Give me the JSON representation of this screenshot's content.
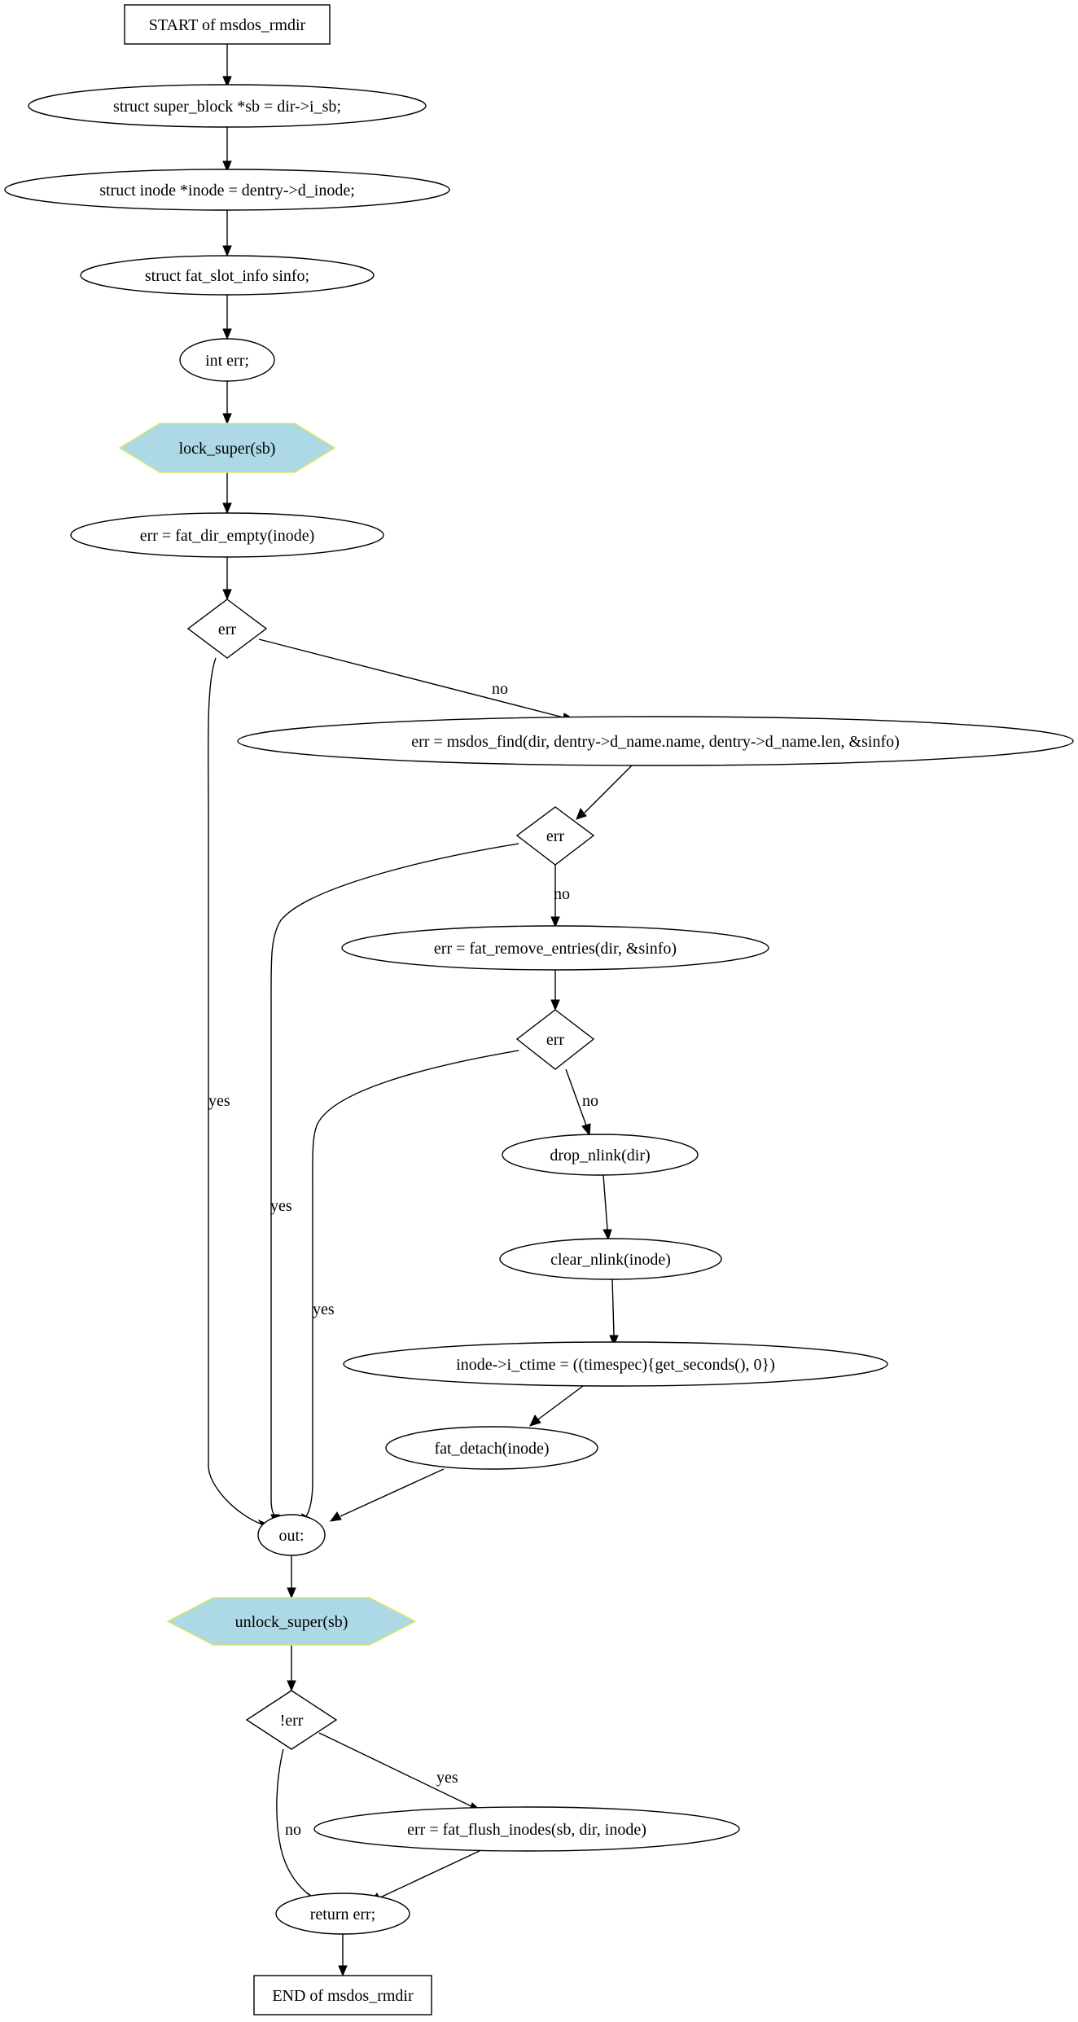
{
  "nodes": {
    "start": "START of msdos_rmdir",
    "sb": "struct super_block *sb = dir->i_sb;",
    "inode": "struct inode *inode = dentry->d_inode;",
    "sinfo": "struct fat_slot_info sinfo;",
    "interr": "int err;",
    "lock": "lock_super(sb)",
    "dirempty": "err = fat_dir_empty(inode)",
    "d1": "err",
    "find": "err = msdos_find(dir, dentry->d_name.name, dentry->d_name.len, &sinfo)",
    "d2": "err",
    "remove": "err = fat_remove_entries(dir, &sinfo)",
    "d3": "err",
    "dropnlink": "drop_nlink(dir)",
    "clearnlink": "clear_nlink(inode)",
    "ctime": "inode->i_ctime = ((timespec){get_seconds(), 0})",
    "detach": "fat_detach(inode)",
    "out": "out:",
    "unlock": "unlock_super(sb)",
    "d4": "!err",
    "flush": "err = fat_flush_inodes(sb, dir, inode)",
    "ret": "return err;",
    "end": "END of msdos_rmdir"
  },
  "edge_labels": {
    "d1_no": "no",
    "d1_yes": "yes",
    "d2_no": "no",
    "d2_yes": "yes",
    "d3_no": "no",
    "d3_yes": "yes",
    "d4_yes": "yes",
    "d4_no": "no"
  },
  "colors": {
    "hexagon_fill": "#add8e6",
    "hexagon_stroke": "#d8e86a",
    "line": "#000000"
  }
}
